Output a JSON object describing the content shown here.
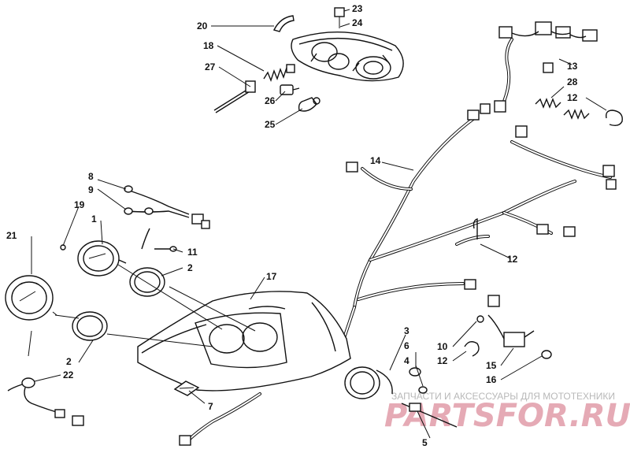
{
  "callouts": {
    "c1": "1",
    "c2a": "2",
    "c2b": "2",
    "c3": "3",
    "c4": "4",
    "c5": "5",
    "c6": "6",
    "c7": "7",
    "c8": "8",
    "c9": "9",
    "c10": "10",
    "c11": "11",
    "c12a": "12",
    "c12b": "12",
    "c12c": "12",
    "c13": "13",
    "c14": "14",
    "c15": "15",
    "c16": "16",
    "c17": "17",
    "c18": "18",
    "c19": "19",
    "c20": "20",
    "c21": "21",
    "c22": "22",
    "c23": "23",
    "c24": "24",
    "c25": "25",
    "c26": "26",
    "c27": "27",
    "c28": "28"
  },
  "watermark": {
    "tagline": "ЗАПЧАСТИ И АКСЕССУАРЫ ДЛЯ МОТОТЕХНИКИ",
    "brand": "PARTSFOR.RU"
  }
}
